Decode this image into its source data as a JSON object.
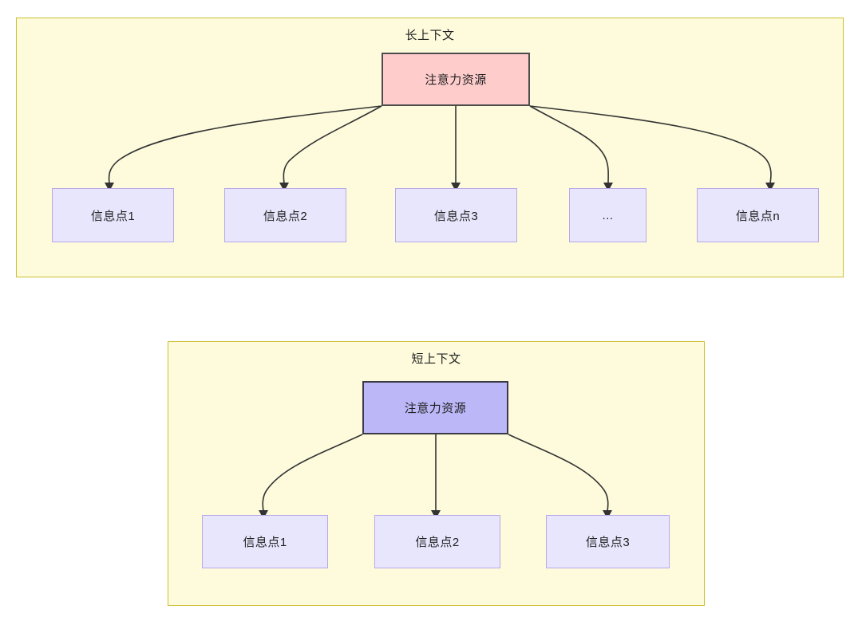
{
  "diagram": {
    "title_long": "长上下文",
    "title_short": "短上下文",
    "colors": {
      "group_fill": "#fdfbdc",
      "group_border": "#ccc02e",
      "attention_long_fill": "#ffcccc",
      "attention_short_fill": "#bcb7f7",
      "node_border_dark": "#4d4d4d",
      "info_fill": "#e8e6fd",
      "info_border": "#b9a7e8",
      "edge_stroke": "#333333",
      "text": "#1f1f1f"
    }
  },
  "long_context": {
    "title": "长上下文",
    "attention_node": {
      "label": "注意力资源"
    },
    "info_nodes": [
      {
        "label": "信息点1"
      },
      {
        "label": "信息点2"
      },
      {
        "label": "信息点3"
      },
      {
        "label": "..."
      },
      {
        "label": "信息点n"
      }
    ]
  },
  "short_context": {
    "title": "短上下文",
    "attention_node": {
      "label": "注意力资源"
    },
    "info_nodes": [
      {
        "label": "信息点1"
      },
      {
        "label": "信息点2"
      },
      {
        "label": "信息点3"
      }
    ]
  }
}
